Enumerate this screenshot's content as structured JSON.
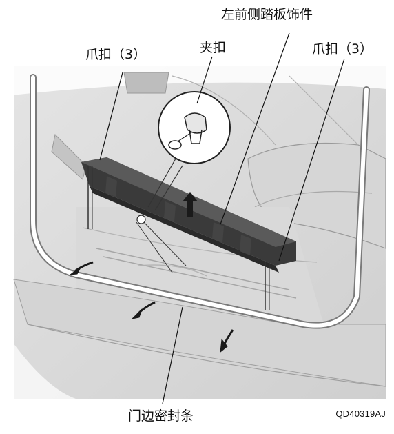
{
  "labels": {
    "left_step_trim": "左前侧踏板饰件",
    "clip": "夹扣",
    "claw_left": "爪扣（3）",
    "claw_right": "爪扣（3）",
    "door_seal": "门边密封条"
  },
  "figure_code": "QD40319AJ"
}
